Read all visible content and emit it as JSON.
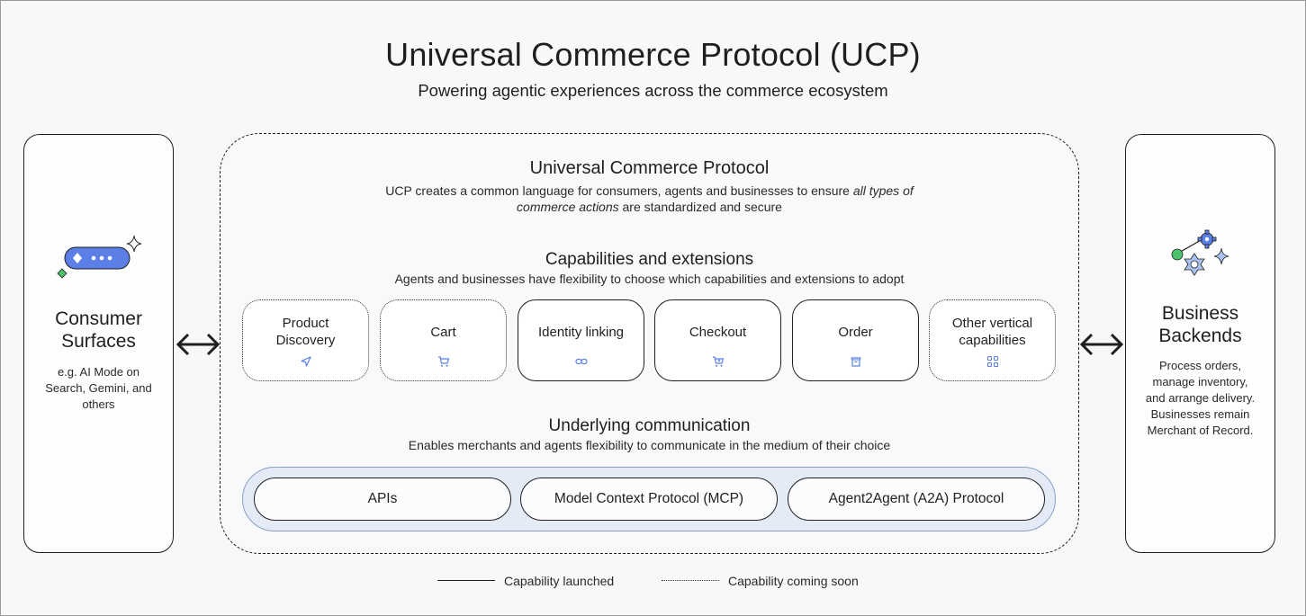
{
  "header": {
    "title": "Universal Commerce Protocol (UCP)",
    "subtitle": "Powering agentic experiences across the commerce ecosystem"
  },
  "consumer": {
    "title_line1": "Consumer",
    "title_line2": "Surfaces",
    "desc_line1": "e.g. AI Mode on",
    "desc_line2": "Search, Gemini, and",
    "desc_line3": "others",
    "icon": "chat-bubble-sparkle-icon"
  },
  "business": {
    "title_line1": "Business",
    "title_line2": "Backends",
    "desc_line1": "Process orders,",
    "desc_line2": "manage inventory,",
    "desc_line3": "and arrange delivery.",
    "desc_line4": "Businesses remain",
    "desc_line5": "Merchant of Record.",
    "icon": "gears-sparkle-icon"
  },
  "protocol": {
    "title": "Universal Commerce Protocol",
    "desc_line1_a": "UCP creates a common language for consumers, agents and businesses to ensure ",
    "desc_line1_b": "all types of",
    "desc_line2_a": "commerce actions",
    "desc_line2_b": " are standardized and secure"
  },
  "capabilities": {
    "title": "Capabilities and extensions",
    "desc": "Agents and businesses have flexibility to choose which capabilities and extensions to adopt",
    "items": [
      {
        "line1": "Product",
        "line2": "Discovery",
        "status": "coming-soon",
        "icon": "send-icon"
      },
      {
        "line1": "Cart",
        "line2": "",
        "status": "coming-soon",
        "icon": "cart-icon"
      },
      {
        "line1": "Identity linking",
        "line2": "",
        "status": "launched",
        "icon": "link-icon"
      },
      {
        "line1": "Checkout",
        "line2": "",
        "status": "launched",
        "icon": "cart-add-icon"
      },
      {
        "line1": "Order",
        "line2": "",
        "status": "launched",
        "icon": "box-icon"
      },
      {
        "line1": "Other vertical",
        "line2": "capabilities",
        "status": "coming-soon",
        "icon": "grid-icon"
      }
    ]
  },
  "communication": {
    "title": "Underlying communication",
    "desc": "Enables merchants and agents flexibility to communicate in the medium of their choice",
    "items": [
      {
        "label": "APIs"
      },
      {
        "label": "Model Context Protocol (MCP)"
      },
      {
        "label": "Agent2Agent (A2A) Protocol"
      }
    ]
  },
  "legend": {
    "launched": "Capability launched",
    "soon": "Capability coming soon"
  },
  "colors": {
    "accent_blue": "#5b7fe6",
    "accent_green": "#4cc36b",
    "tray_fill": "#e4ebf7",
    "tray_border": "#8aa0c6"
  }
}
